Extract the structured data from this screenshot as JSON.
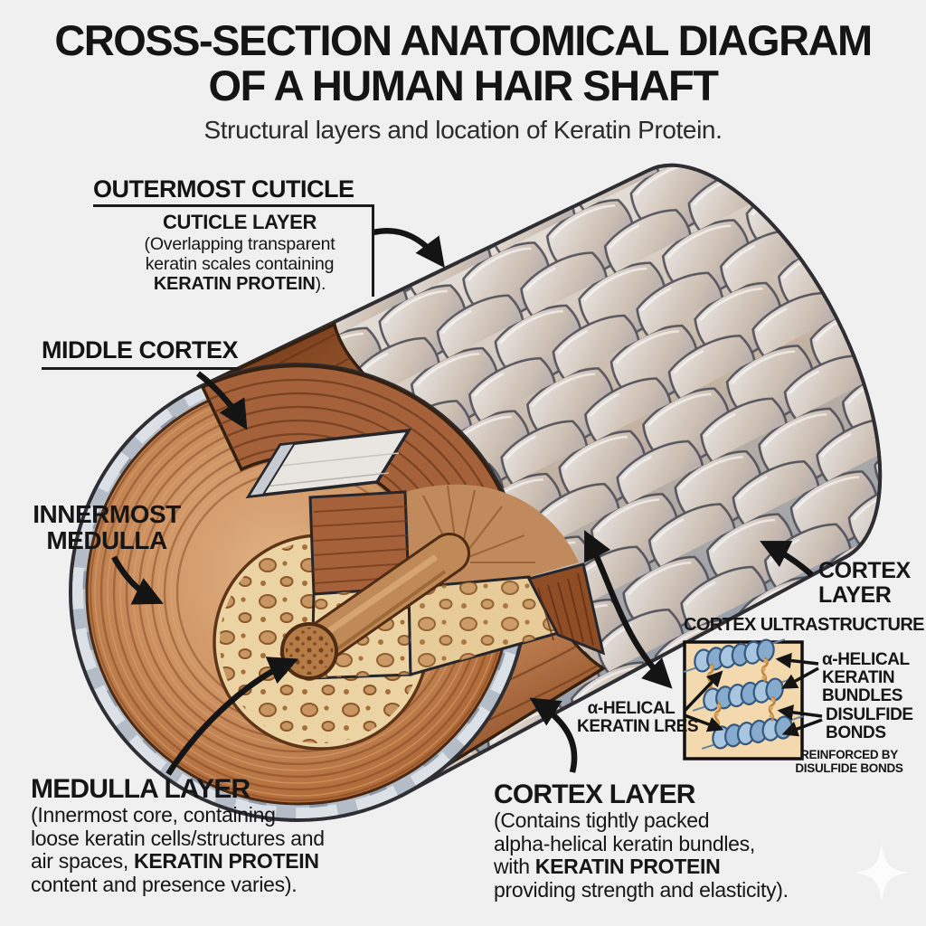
{
  "title": {
    "line1": "CROSS-SECTION ANATOMICAL DIAGRAM",
    "line2": "OF A HUMAN HAIR SHAFT",
    "subtitle": "Structural layers and location of Keratin Protein."
  },
  "callouts": {
    "outermost_cuticle": {
      "heading": "OUTERMOST CUTICLE",
      "box_title": "CUTICLE LAYER",
      "desc_l1": "(Overlapping transparent",
      "desc_l2": "keratin scales containing",
      "desc_l3_bold": "KERATIN PROTEIN",
      "desc_l3_post": ")."
    },
    "middle_cortex": {
      "heading": "MIDDLE CORTEX"
    },
    "innermost_medulla": {
      "line1": "INNERMOST",
      "line2": "MEDULLA"
    },
    "medulla_layer": {
      "heading": "MEDULLA LAYER",
      "desc_l1": "(Innermost core, containing",
      "desc_l2": "loose keratin cells/structures and",
      "desc_l3_pre": "air spaces, ",
      "desc_l3_bold": "KERATIN PROTEIN",
      "desc_l4": "content and presence varies)."
    },
    "cortex_layer_bottom": {
      "heading": "CORTEX LAYER",
      "desc_l1": "(Contains tightly packed",
      "desc_l2": "alpha-helical keratin bundles,",
      "desc_l3_pre": "with ",
      "desc_l3_bold": "KERATIN PROTEIN",
      "desc_l4": "providing strength and elasticity)."
    },
    "cortex_layer_right": {
      "line1": "CORTEX",
      "line2": "LAYER"
    }
  },
  "inset": {
    "heading": "CORTEX ULTRASTRUCTURE",
    "left_label": {
      "line1": "α-HELICAL",
      "line2": "KERATIN LRES"
    },
    "bundles_label": {
      "line1": "α-HELICAL",
      "line2": "KERATIN",
      "line3": "BUNDLES"
    },
    "bonds_label": {
      "line1": "DISULFIDE",
      "line2": "BONDS"
    },
    "footnote": {
      "line1": "REINFORCED BY",
      "line2": "DISULFIDE BONDS"
    }
  },
  "palette": {
    "background": "#f0f0f1",
    "ink": "#161616",
    "cortex_brown": "#a4613a",
    "cortex_dark": "#6d3617",
    "medulla_tan": "#ecd3a4",
    "medulla_core": "#b67c48",
    "cuticle_silver": "#b4bdc7",
    "scale_tan": "#c9bcb1",
    "inset_background": "#f4d9ae",
    "helix_blue": "#86abcc",
    "bond_gold": "#bb8440"
  },
  "icons": {
    "sparkle": "4-pointed star watermark"
  }
}
